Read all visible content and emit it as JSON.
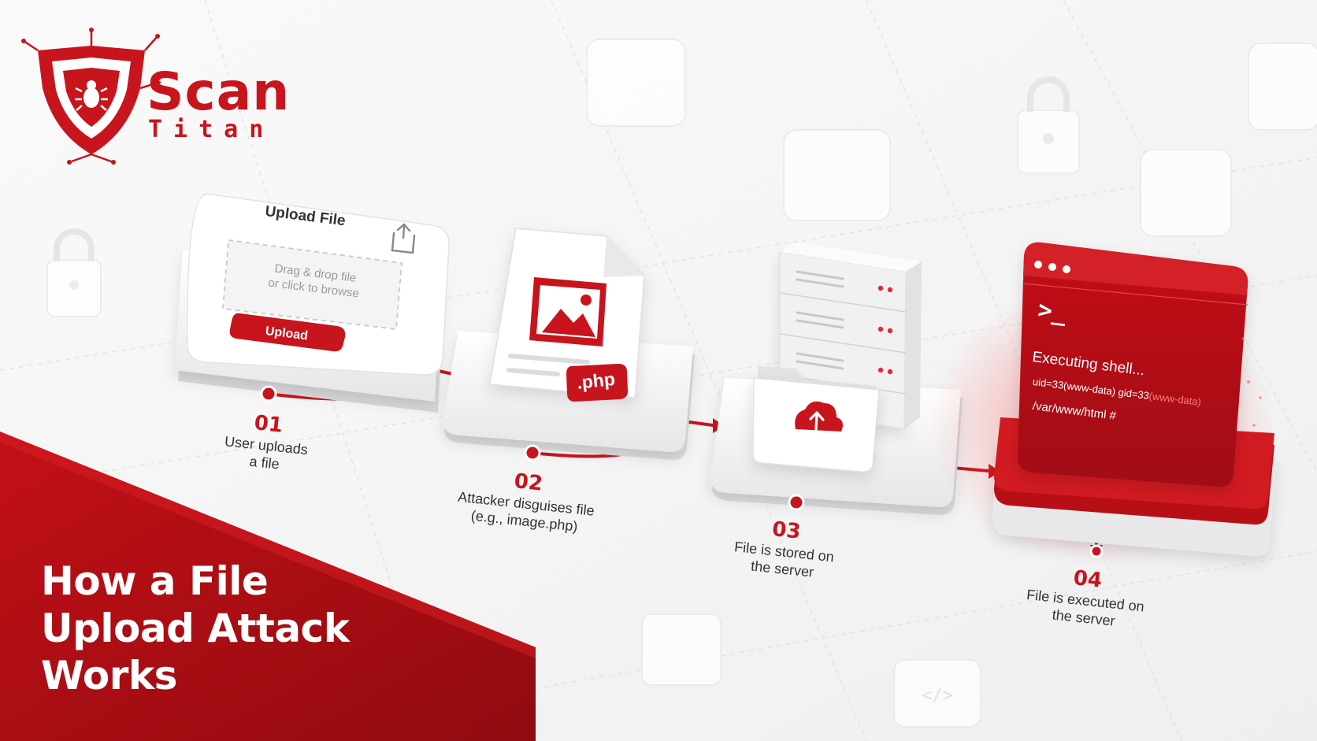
{
  "brand": {
    "name_line1": "Scan",
    "name_line2": "Titan"
  },
  "headline": {
    "line1": "How a File",
    "line2": "Upload Attack",
    "line3": "Works"
  },
  "upload_card": {
    "title": "Upload File",
    "drop_line1": "Drag & drop file",
    "drop_line2": "or click to browse",
    "button_label": "Upload"
  },
  "file_card": {
    "extension_label": ".php"
  },
  "terminal": {
    "prompt": ">_",
    "line1": "Executing shell...",
    "line2_prefix": "uid=33(www-data) gid=33",
    "line2_suffix": "(www-data)",
    "line3": "/var/www/html #"
  },
  "steps": [
    {
      "number": "01",
      "caption": "User uploads\na file"
    },
    {
      "number": "02",
      "caption": "Attacker disguises file\n(e.g., image.php)"
    },
    {
      "number": "03",
      "caption": "File is stored on\nthe server"
    },
    {
      "number": "04",
      "caption": "File is executed on\nthe server"
    }
  ],
  "colors": {
    "accent": "#c8141c",
    "accent_dark": "#a50d14",
    "background": "#f5f5f6",
    "card": "#ffffff",
    "text": "#333333"
  },
  "icons": [
    "shield-bug-icon",
    "upload-icon",
    "image-icon",
    "server-rack-icon",
    "folder-icon",
    "cloud-upload-icon",
    "terminal-icon",
    "padlock-icon",
    "code-icon"
  ]
}
